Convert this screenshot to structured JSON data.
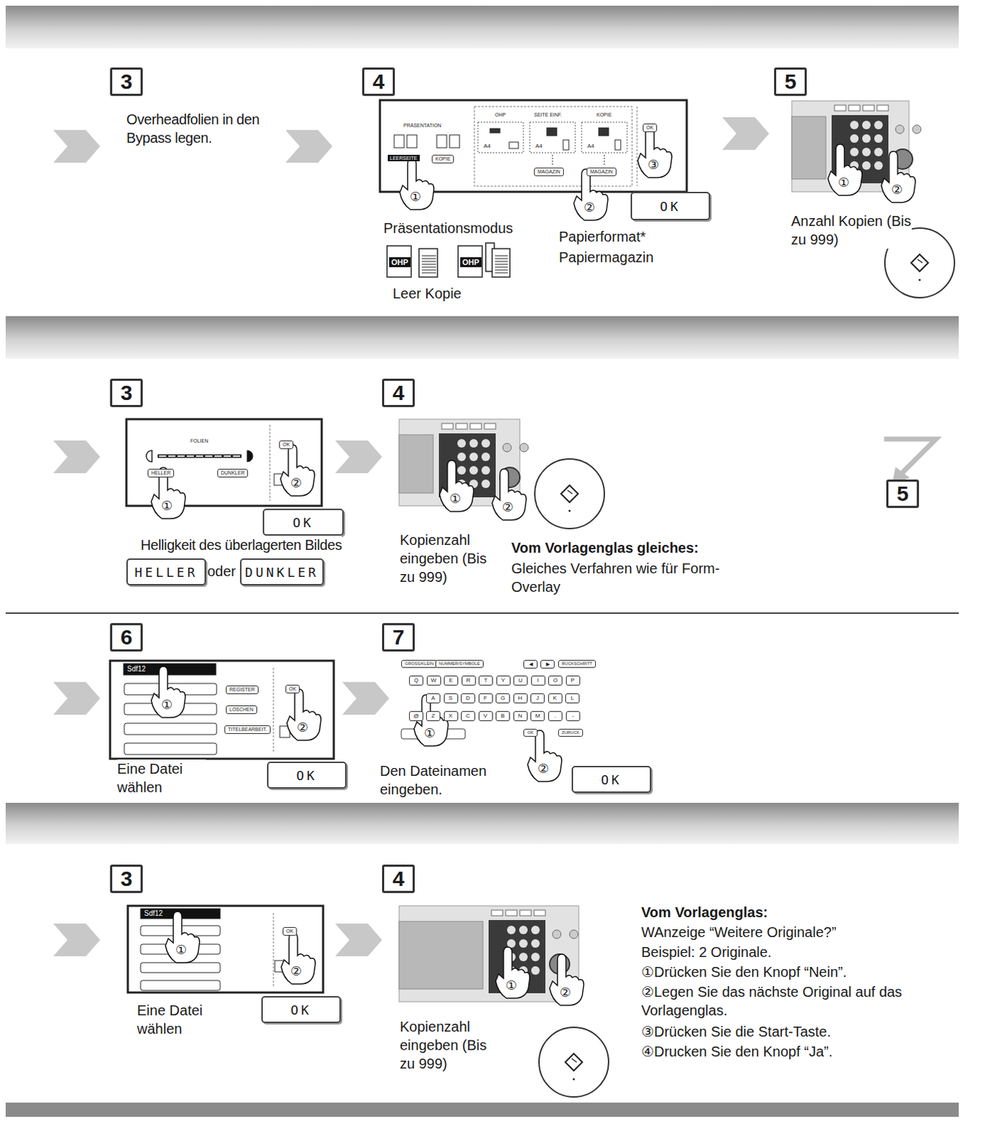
{
  "diagram": {
    "nodes": [
      {
        "text": [
          "3"
        ]
      },
      {
        "text": [
          "4"
        ]
      },
      {
        "text": [
          "OK"
        ]
      },
      {
        "text": [
          "5"
        ]
      },
      {
        "text": [
          "3"
        ]
      },
      {
        "text": [
          "OK"
        ]
      },
      {
        "text": [
          "HELLER"
        ]
      },
      {
        "text": [
          "DUNKLER"
        ]
      },
      {
        "text": [
          "4"
        ]
      },
      {
        "text": [
          "5"
        ]
      },
      {
        "text": [
          "6"
        ]
      },
      {
        "text": [
          "OK"
        ]
      },
      {
        "text": [
          "7"
        ]
      },
      {
        "text": [
          "OK"
        ]
      },
      {
        "text": [
          "3"
        ]
      },
      {
        "text": [
          "OK"
        ]
      },
      {
        "text": [
          "4"
        ]
      }
    ],
    "labels": [
      "Overheadfolien in den Bypass legen.",
      "PRÄSENTATION",
      "LEERSEITE",
      "KOPIE",
      "OHP",
      "SEITE EINF.",
      "KOPIE",
      "A4",
      "A4",
      "A4",
      "MAGAZIN",
      "MAGAZIN",
      "OK",
      "①",
      "②",
      "③",
      "Präsentationsmodus",
      "OHP",
      "OHP",
      "Leer Kopie",
      "Papierformat*",
      "Papiermagazin",
      "①",
      "②",
      "Anzahl Kopien (Bis zu 999)",
      "FOLIEN",
      "HELLER",
      "DUNKLER",
      "OK",
      "①",
      "②",
      "Helligkeit des überlagerten Bildes",
      "oder",
      "①",
      "②",
      "Kopienzahl eingeben (Bis zu 999)",
      "Vom Vorlagenglas gleiches:",
      "Gleiches Verfahren wie für Form-Overlay",
      "Sdf12",
      "REGISTER",
      "LÖSCHEN",
      "TITELBEARBEIT.",
      "OK",
      "①",
      "②",
      "Eine Datei wählen",
      "GROSS/KLEIN",
      "NUMMER/SYMBOLE",
      "◀",
      "▶",
      "RÜCKSCHRITT",
      "Q",
      "W",
      "E",
      "R",
      "T",
      "Y",
      "U",
      "I",
      "O",
      "P",
      "A",
      "S",
      "D",
      "F",
      "G",
      "H",
      "J",
      "K",
      "L",
      "@",
      "Z",
      "X",
      "C",
      "V",
      "B",
      "N",
      "M",
      ".",
      "-",
      "ZURÜCK",
      "OK",
      "①",
      "②",
      "Den Dateinamen eingeben.",
      "Sdf12",
      "OK",
      "①",
      "②",
      "Eine Datei wählen",
      "①",
      "②",
      "Kopienzahl eingeben (Bis zu 999)",
      "Vom Vorlagenglas:",
      "WAnzeige “Weitere Originale?”",
      "Beispiel: 2 Originale.",
      "①Drücken Sie den Knopf “Nein”.",
      "②Legen Sie das nächste Original auf das Vorlagenglas.",
      "③Drücken Sie die Start-Taste.",
      "④Drucken Sie den Knopf “Ja”."
    ]
  }
}
